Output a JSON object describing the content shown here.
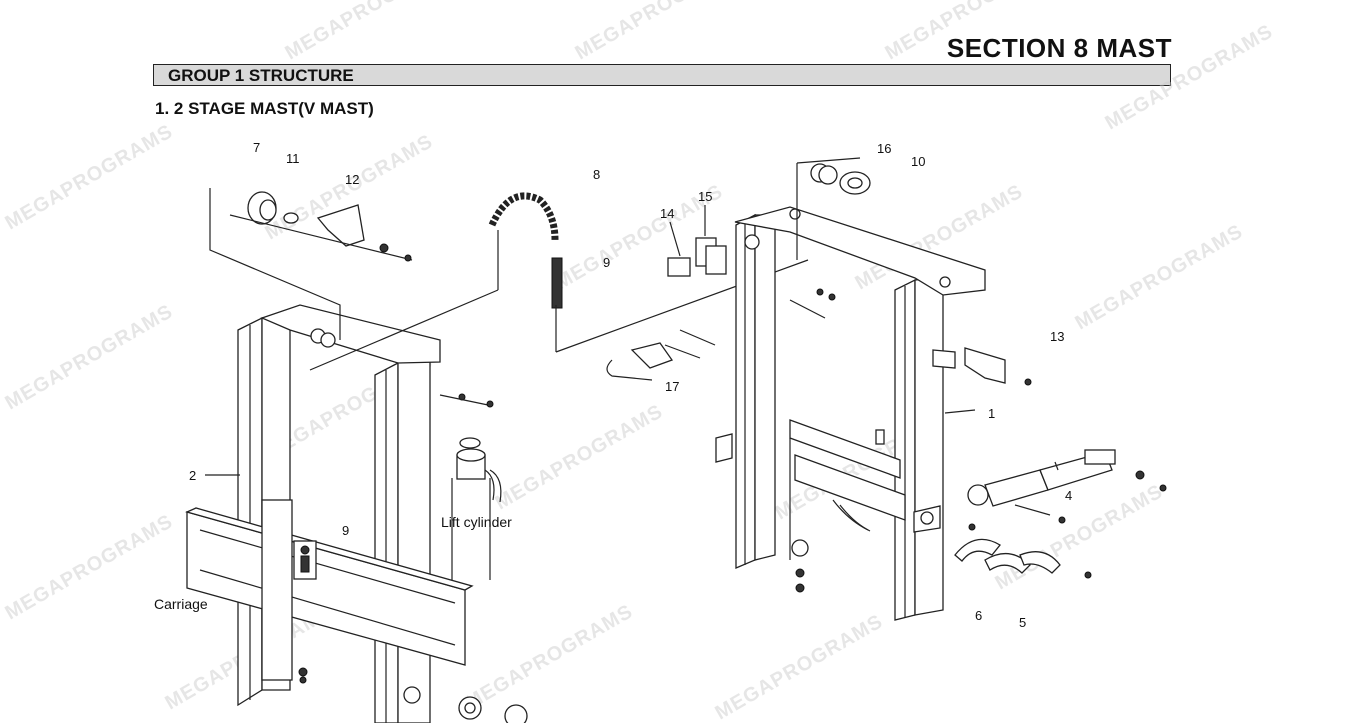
{
  "header": {
    "section_title": "SECTION 8 MAST",
    "group_title": "GROUP 1 STRUCTURE",
    "sub_title": "1. 2 STAGE MAST(V MAST)"
  },
  "diagram": {
    "callouts": [
      "7",
      "11",
      "12",
      "8",
      "9",
      "14",
      "15",
      "16",
      "10",
      "13",
      "1",
      "17",
      "2",
      "9",
      "4",
      "6",
      "5"
    ],
    "labels": {
      "lift_cylinder": "Lift cylinder",
      "carriage": "Carriage"
    }
  },
  "watermark": "MEGAPROGRAMS"
}
